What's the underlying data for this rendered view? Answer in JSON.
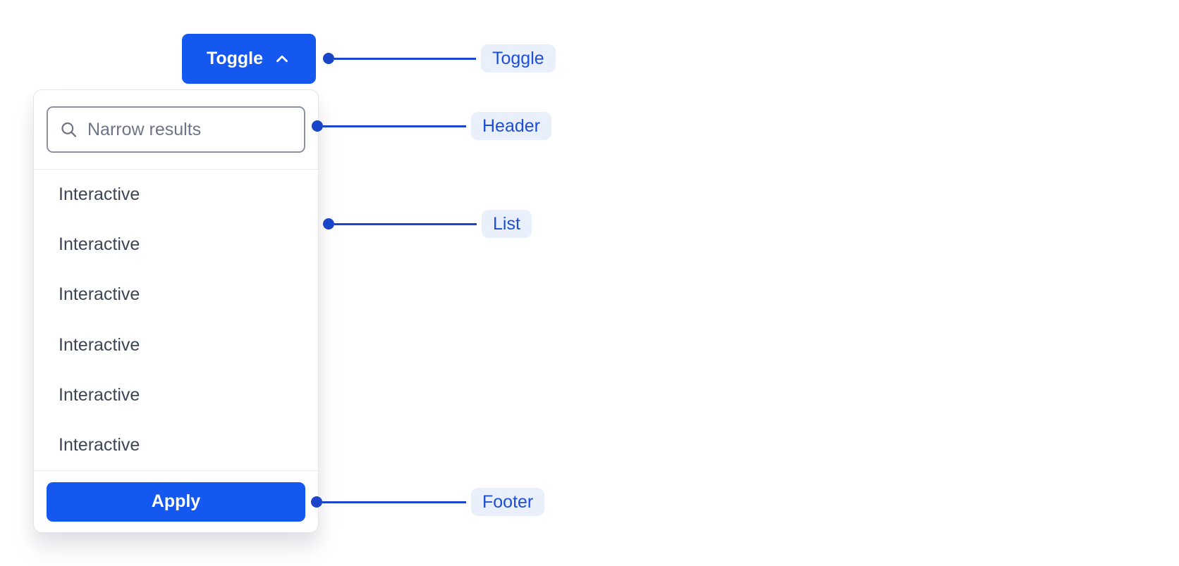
{
  "component": {
    "toggle_button": {
      "label": "Toggle",
      "icon": "chevron-up-icon"
    },
    "dropdown": {
      "header": {
        "search_placeholder": "Narrow results",
        "icon": "search-icon"
      },
      "list_items": [
        {
          "label": "Interactive"
        },
        {
          "label": "Interactive"
        },
        {
          "label": "Interactive"
        },
        {
          "label": "Interactive"
        },
        {
          "label": "Interactive"
        },
        {
          "label": "Interactive"
        }
      ],
      "footer": {
        "apply_label": "Apply"
      }
    }
  },
  "annotations": [
    {
      "label": "Toggle"
    },
    {
      "label": "Header"
    },
    {
      "label": "List"
    },
    {
      "label": "Footer"
    }
  ],
  "colors": {
    "button_blue": "#1558F0",
    "annotation_line_blue": "#1B45C9",
    "annotation_pill_bg": "#E9EFFB",
    "annotation_pill_text": "#1D4ED9",
    "panel_border": "#E2E4E8",
    "divider": "#E9EAED",
    "input_border": "#8B92A0",
    "placeholder_gray": "#6F7584",
    "item_text": "#3C4655"
  }
}
